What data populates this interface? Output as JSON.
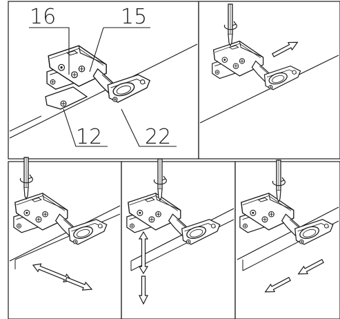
{
  "panels": [
    {
      "id": "panel-1",
      "labels": {
        "part_a": "16",
        "part_b": "15",
        "part_c": "12",
        "part_d": "22"
      }
    },
    {
      "id": "panel-2"
    },
    {
      "id": "panel-3"
    },
    {
      "id": "panel-4"
    },
    {
      "id": "panel-5"
    }
  ],
  "colors": {
    "line": "#1a1a1a",
    "background": "#ffffff",
    "arrow_fill": "#ffffff"
  }
}
